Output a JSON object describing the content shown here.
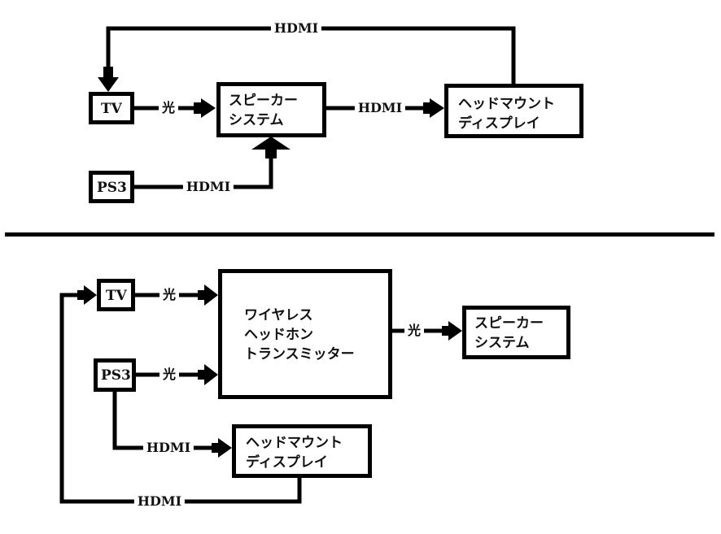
{
  "top": {
    "nodes": {
      "tv": "TV",
      "ps3": "PS3",
      "speaker": "スピーカー\nシステム",
      "hmd": "ヘッドマウント\nディスプレイ"
    },
    "labels": {
      "hmd_to_tv": "HDMI",
      "tv_to_speaker": "光",
      "speaker_to_hmd": "HDMI",
      "ps3_to_speaker": "HDMI"
    }
  },
  "bottom": {
    "nodes": {
      "tv": "TV",
      "ps3": "PS3",
      "transmitter": "ワイヤレス\nヘッドホン\nトランスミッター",
      "speaker": "スピーカー\nシステム",
      "hmd": "ヘッドマウント\nディスプレイ"
    },
    "labels": {
      "tv_to_transmitter": "光",
      "ps3_to_transmitter": "光",
      "transmitter_to_speaker": "光",
      "ps3_to_hmd": "HDMI",
      "hmd_to_tv": "HDMI"
    }
  }
}
